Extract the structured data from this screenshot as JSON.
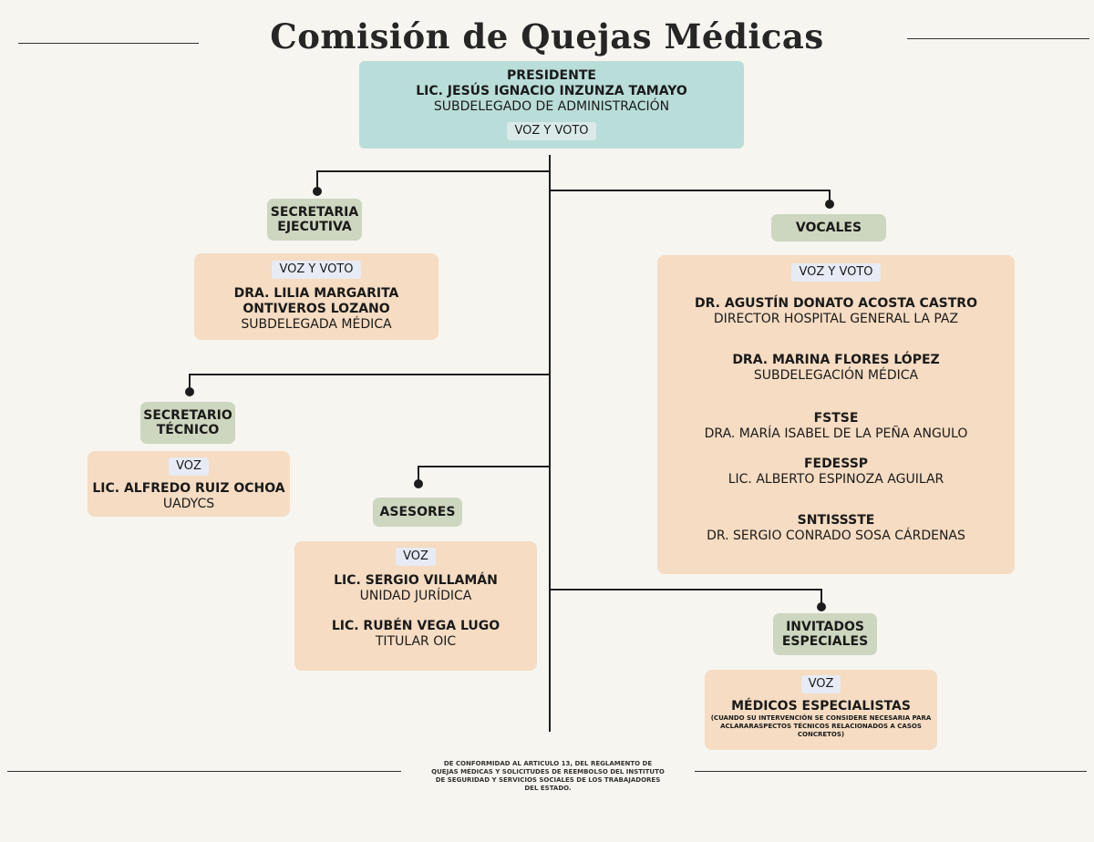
{
  "title": "Comisión de Quejas Médicas",
  "presidente": {
    "role": "PRESIDENTE",
    "name": "LIC. JESÚS IGNACIO INZUNZA TAMAYO",
    "position": "SUBDELEGADO DE ADMINISTRACIÓN",
    "vote": "VOZ Y VOTO"
  },
  "secretaria_ejecutiva": {
    "tag": [
      "SECRETARIA",
      "EJECUTIVA"
    ],
    "vote": "VOZ Y VOTO",
    "name": [
      "DRA. LILIA MARGARITA",
      "ONTIVEROS LOZANO"
    ],
    "position": "SUBDELEGADA MÉDICA"
  },
  "secretario_tecnico": {
    "tag": [
      "SECRETARIO",
      "TÉCNICO"
    ],
    "vote": "VOZ",
    "name": "LIC. ALFREDO RUIZ OCHOA",
    "position": "UADYCS"
  },
  "asesores": {
    "tag": "ASESORES",
    "vote": "VOZ",
    "members": [
      {
        "name": "LIC. SERGIO VILLAMÁN",
        "position": "UNIDAD JURÍDICA"
      },
      {
        "name": "LIC. RUBÉN VEGA LUGO",
        "position": "TITULAR OIC"
      }
    ]
  },
  "vocales": {
    "tag": "VOCALES",
    "vote": "VOZ Y VOTO",
    "members": [
      {
        "name": "DR. AGUSTÍN DONATO ACOSTA CASTRO",
        "position": "DIRECTOR HOSPITAL GENERAL LA PAZ"
      },
      {
        "name": "DRA. MARINA FLORES LÓPEZ",
        "position": "SUBDELEGACIÓN MÉDICA"
      },
      {
        "name": "FSTSE",
        "position": "DRA. MARÍA ISABEL DE LA PEÑA ANGULO"
      },
      {
        "name": "FEDESSP",
        "position": "LIC. ALBERTO ESPINOZA AGUILAR"
      },
      {
        "name": "SNTISSSTE",
        "position": "DR. SERGIO CONRADO SOSA CÁRDENAS"
      }
    ]
  },
  "invitados_especiales": {
    "tag": [
      "INVITADOS",
      "ESPECIALES"
    ],
    "vote": "VOZ",
    "name": "MÉDICOS ESPECIALISTAS",
    "note": [
      "(CUANDO SU INTERVENCIÓN SE CONSIDERE NECESARIA PARA",
      "ACLARARASPECTOS TÉCNICOS RELACIONADOS A CASOS",
      "CONCRETOS)"
    ]
  },
  "footnote": [
    "DE CONFORMIDAD AL ARTICULO 13, DEL REGLAMENTO DE",
    "QUEJAS MÉDICAS Y SOLICITUDES DE REEMBOLSO DEL INSTITUTO",
    "DE SEGURIDAD Y SERVICIOS SOCIALES DE LOS TRABAJADORES",
    "DEL ESTADO."
  ]
}
